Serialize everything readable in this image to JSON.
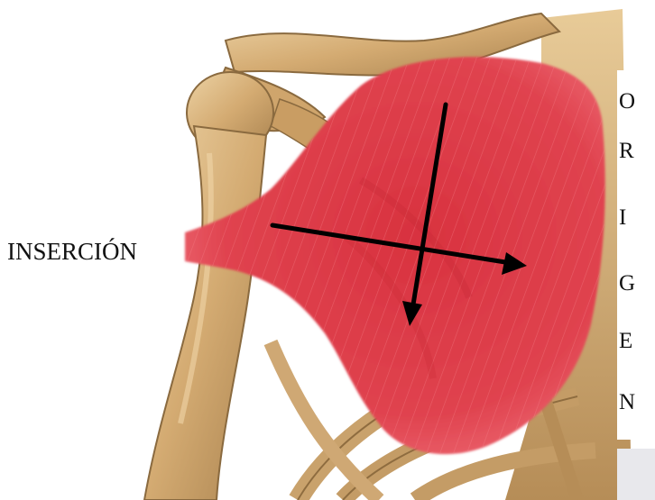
{
  "labels": {
    "insertion": "INSERCIÓN",
    "origin_letters": [
      "O",
      "R",
      "I",
      "G",
      "E",
      "N"
    ]
  },
  "colors": {
    "muscle": "#e23a47",
    "bone": "#d9b37e",
    "bone_shadow": "#8a6a3f",
    "arrow": "#000000"
  },
  "figure": {
    "subject": "pectoralis-major-muscle-over-shoulder-skeleton",
    "arrows": [
      "horizontal-arrow-toward-origin",
      "vertical-arrow-downward"
    ]
  }
}
